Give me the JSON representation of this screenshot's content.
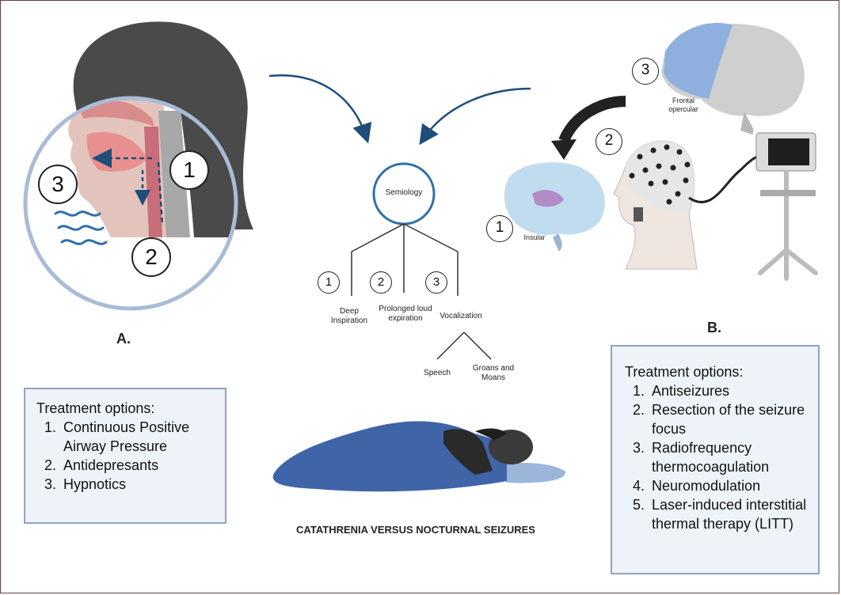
{
  "panel_a": {
    "label": "A.",
    "markers": [
      "1",
      "2",
      "3"
    ],
    "treatment": {
      "heading": "Treatment options:",
      "items": [
        "Continuous Positive Airway Pressure",
        "Antidepresants",
        "Hypnotics"
      ]
    }
  },
  "center": {
    "root": "Semiology",
    "branches": [
      {
        "num": "1",
        "label": "Deep Inspiration"
      },
      {
        "num": "2",
        "label": "Prolonged loud expiration"
      },
      {
        "num": "3",
        "label": "Vocalization"
      }
    ],
    "sub_branches": [
      "Speech",
      "Groans and Moans"
    ],
    "title": "CATATHRENIA VERSUS NOCTURNAL SEIZURES"
  },
  "panel_b": {
    "label": "B.",
    "markers": [
      {
        "num": "1",
        "label": "Insular"
      },
      {
        "num": "2",
        "label": ""
      },
      {
        "num": "3",
        "label": "Frontal opercular"
      }
    ],
    "treatment": {
      "heading": "Treatment options:",
      "items": [
        "Antiseizures",
        "Resection of the seizure focus",
        "Radiofrequency thermocoagulation",
        "Neuromodulation",
        "Laser-induced interstitial thermal therapy (LITT)"
      ]
    }
  },
  "colors": {
    "accent_blue": "#2f6fa8",
    "box_border": "#8fa3bf",
    "box_fill": "#eef3f9",
    "blanket": "#3f64a8"
  }
}
